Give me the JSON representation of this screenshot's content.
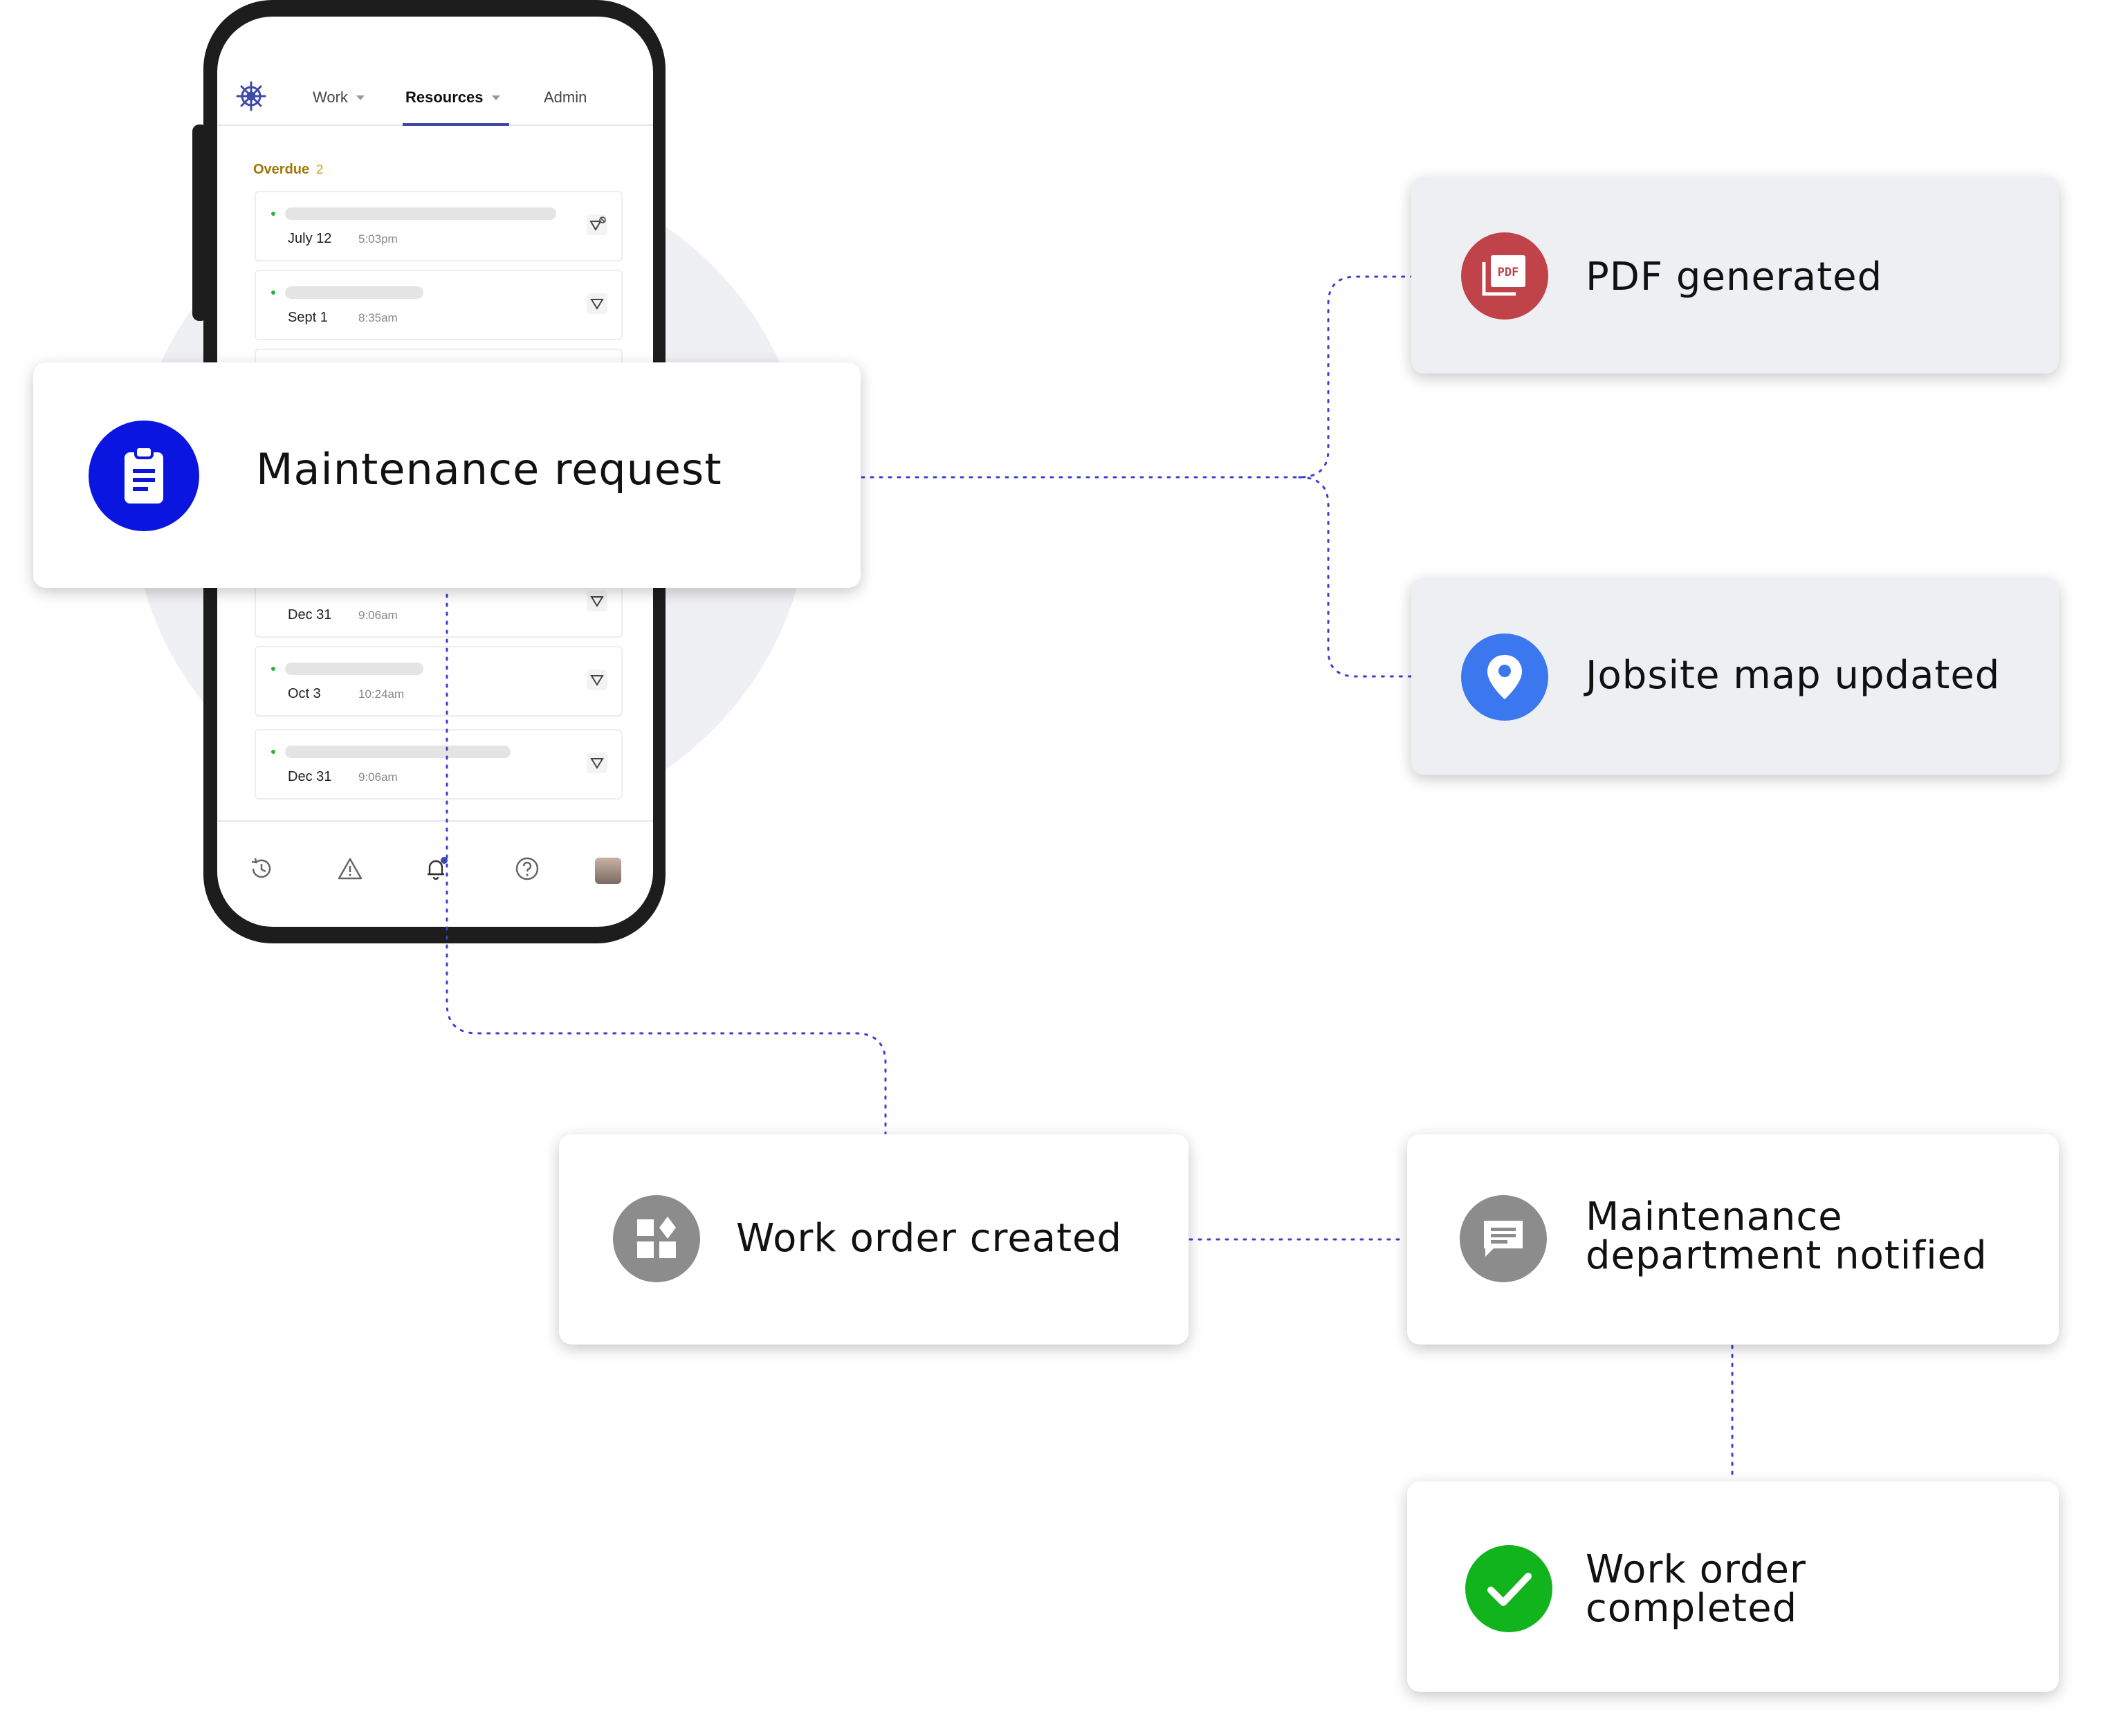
{
  "phone": {
    "nav": {
      "work": "Work",
      "resources": "Resources",
      "admin": "Admin"
    },
    "overdue_label": "Overdue",
    "overdue_count": "2",
    "rows": [
      {
        "date": "July 12",
        "time": "5:03pm"
      },
      {
        "date": "Sept 1",
        "time": "8:35am"
      },
      {
        "date": "Dec 31",
        "time": "9:06am"
      },
      {
        "date": "Oct 3",
        "time": "10:24am"
      },
      {
        "date": "Dec 31",
        "time": "9:06am"
      }
    ]
  },
  "cards": {
    "maintenance_request": "Maintenance request",
    "pdf_generated": "PDF generated",
    "pdf_badge": "PDF",
    "jobsite_map_updated": "Jobsite map updated",
    "work_order_created": "Work order created",
    "maintenance_notified_line1": "Maintenance",
    "maintenance_notified_line2": "department notified",
    "work_order_completed_line1": "Work order",
    "work_order_completed_line2": "completed"
  },
  "colors": {
    "brand_blue": "#0a16e0",
    "pdf_red": "#c0434a",
    "map_blue": "#3b78f0",
    "grey_icon": "#8c8c8c",
    "success_green": "#12b41e",
    "connector": "#3a3fd1",
    "overdue_gold": "#a27600"
  },
  "icons": {
    "maintenance": "clipboard-icon",
    "pdf": "pdf-document-icon",
    "map": "map-pin-icon",
    "work_order": "widgets-icon",
    "notified": "chat-bubble-icon",
    "completed": "check-circle-icon"
  }
}
